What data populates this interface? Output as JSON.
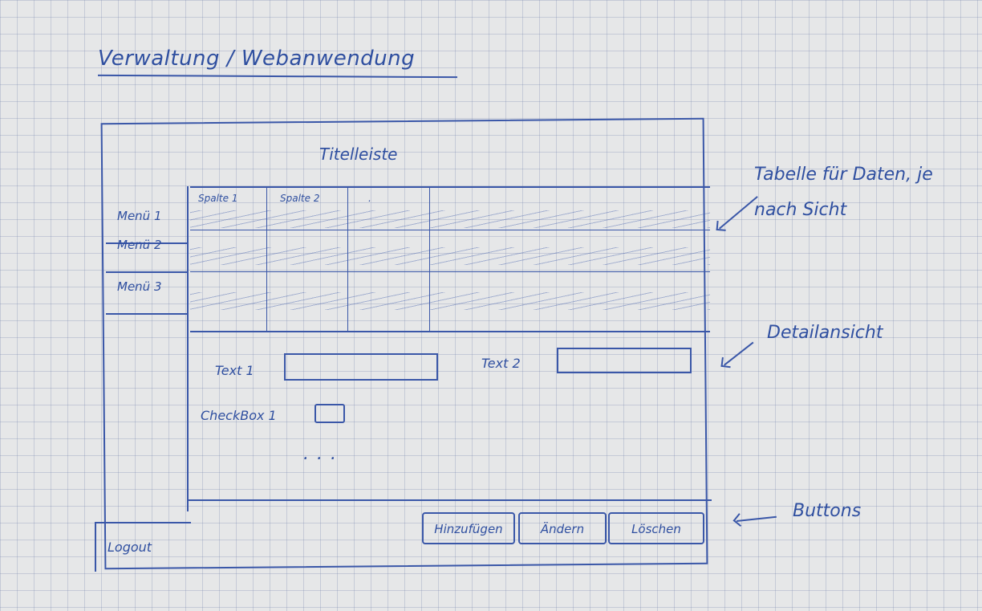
{
  "heading": "Verwaltung / Webanwendung",
  "app": {
    "title_bar": "Titelleiste",
    "sidebar": {
      "items": [
        {
          "label": "Menü 1"
        },
        {
          "label": "Menü 2"
        },
        {
          "label": "Menü 3"
        }
      ],
      "logout_label": "Logout"
    },
    "table": {
      "columns": [
        "Spalte 1",
        "Spalte 2",
        ".",
        ""
      ],
      "rows": 3
    },
    "detail": {
      "text1_label": "Text 1",
      "text1_value": "",
      "text2_label": "Text 2",
      "text2_value": "",
      "checkbox_label": "CheckBox 1",
      "checkbox_checked": false,
      "more": "..."
    },
    "buttons": {
      "add": "Hinzufügen",
      "edit": "Ändern",
      "delete": "Löschen"
    }
  },
  "annotations": {
    "table": "Tabelle für Daten, je nach Sicht",
    "detail": "Detailansicht",
    "buttons": "Buttons"
  },
  "colors": {
    "ink": "#2f4fa0",
    "paper": "#e6e7e8",
    "grid": "#8793af"
  }
}
